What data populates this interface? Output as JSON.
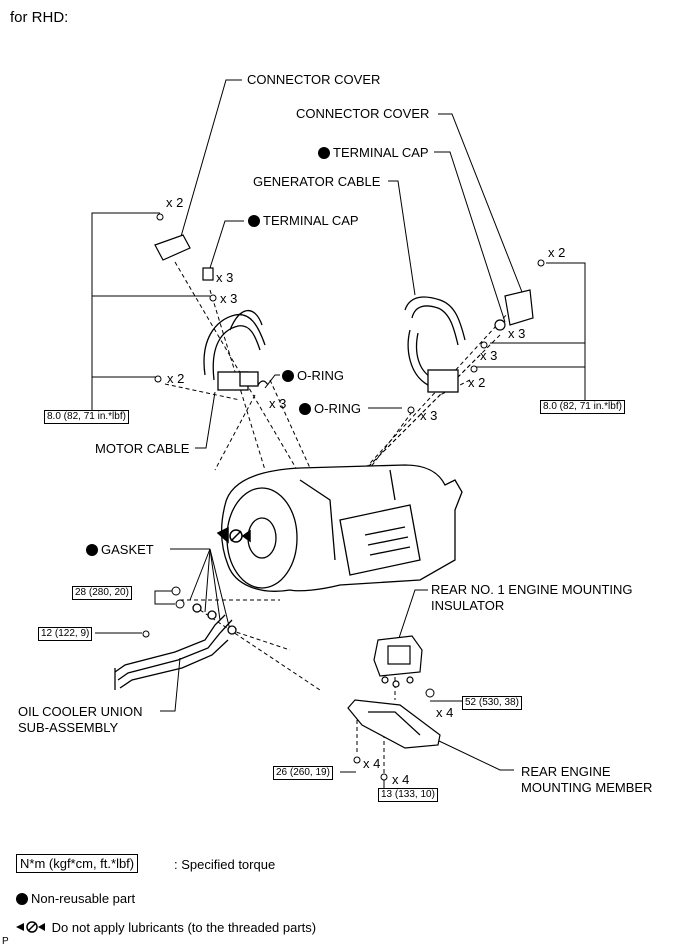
{
  "header": {
    "title": "for RHD:"
  },
  "labels": {
    "connector_cover_left": "CONNECTOR COVER",
    "connector_cover_right": "CONNECTOR COVER",
    "terminal_cap_right": "TERMINAL CAP",
    "generator_cable": "GENERATOR CABLE",
    "terminal_cap_left": "TERMINAL CAP",
    "o_ring_left": "O-RING",
    "o_ring_right": "O-RING",
    "motor_cable": "MOTOR CABLE",
    "gasket": "GASKET",
    "rear_insulator_line1": "REAR NO. 1 ENGINE MOUNTING",
    "rear_insulator_line2": "INSULATOR",
    "oil_cooler_line1": "OIL COOLER UNION",
    "oil_cooler_line2": "SUB-ASSEMBLY",
    "rear_member_line1": "REAR ENGINE",
    "rear_member_line2": "MOUNTING MEMBER"
  },
  "quantities": {
    "q_left_top": "x 2",
    "q_cap_left": "x 3",
    "q_bolt_left": "x 3",
    "q_left_low": "x 2",
    "q_oring_left": "x 3",
    "q_right_top": "x 2",
    "q_cap_right": "x 3",
    "q_right_bolt": "x 3",
    "q_right_low": "x 2",
    "q_oring_right": "x 3",
    "q_insulator": "x 4",
    "q_member_left": "x 4",
    "q_member_right": "x 4"
  },
  "torques": {
    "left_cable": "8.0 (82, 71 in.*lbf)",
    "right_cable": "8.0 (82, 71 in.*lbf)",
    "union_bolts": "28 (280, 20)",
    "union_clamp": "12 (122, 9)",
    "insulator": "52 (530, 38)",
    "member_left": "26 (260, 19)",
    "member_right": "13 (133, 10)"
  },
  "legend": {
    "torque_key": "N*m (kgf*cm, ft.*lbf)",
    "torque_desc": ": Specified torque",
    "nonreusable": "Non-reusable part",
    "no_lubricant": "Do not apply lubricants (to the threaded parts)"
  },
  "footer": {
    "corner": "P"
  }
}
